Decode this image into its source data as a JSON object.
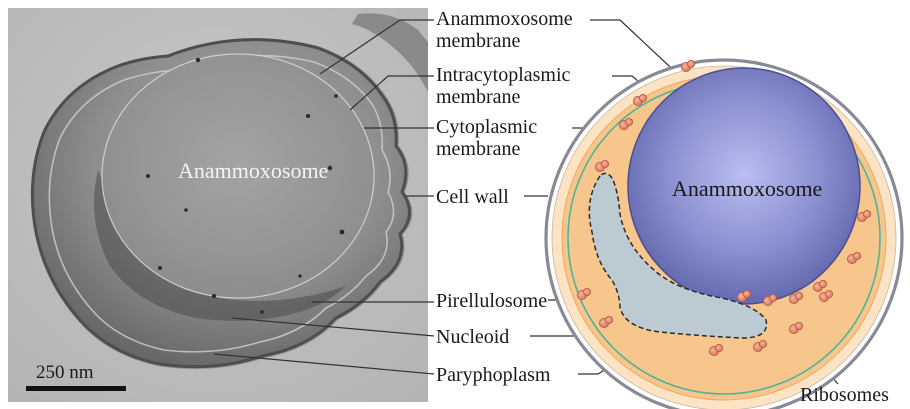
{
  "micrograph": {
    "center_label": "Anammoxosome",
    "scale_bar_label": "250 nm"
  },
  "labels": {
    "anammoxosome_membrane": [
      "Anammoxosome",
      "membrane"
    ],
    "intracytoplasmic_membrane": [
      "Intracytoplasmic",
      "membrane"
    ],
    "cytoplasmic_membrane": [
      "Cytoplasmic",
      "membrane"
    ],
    "cell_wall": "Cell wall",
    "pirellulosome": "Pirellulosome",
    "nucleoid": "Nucleoid",
    "paryphoplasm": "Paryphoplasm",
    "ribosomes": "Ribosomes"
  },
  "schematic": {
    "center_label": "Anammoxosome"
  },
  "colors": {
    "cell_wall_outline": "#8a8a96",
    "paryphoplasm_fill": "#fbe3c4",
    "cytoplasm_fill": "#f6c68c",
    "cytoplasmic_membrane": "#4fb39a",
    "anammoxosome_fill": "#6a6fb4",
    "nucleoid_fill": "#bccbd2",
    "ribosome_fill": "#e4876a",
    "leader_line": "#333333"
  }
}
